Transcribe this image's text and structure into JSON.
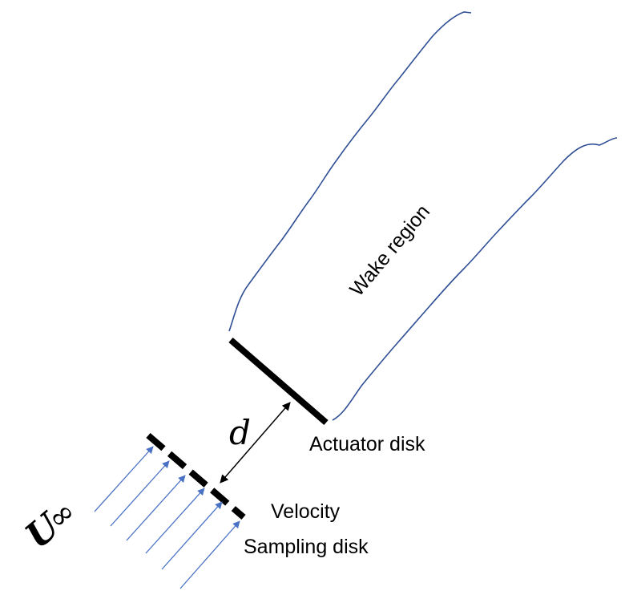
{
  "diagram": {
    "labels": {
      "wake_region": "Wake region",
      "actuator_disk": "Actuator disk",
      "distance": "d",
      "velocity_line1": "Velocity",
      "velocity_line2": "Sampling disk",
      "freestream_symbol": "U",
      "freestream_subscript": "∞"
    },
    "colors": {
      "wake_boundary": "#2f4f95",
      "inflow_arrows": "#4a72c4",
      "disks": "#000000",
      "dimension_arrow": "#000000"
    },
    "elements": {
      "actuator_disk": "solid-line",
      "sampling_disk": "dashed-line",
      "inflow_arrow_count": 6
    }
  }
}
